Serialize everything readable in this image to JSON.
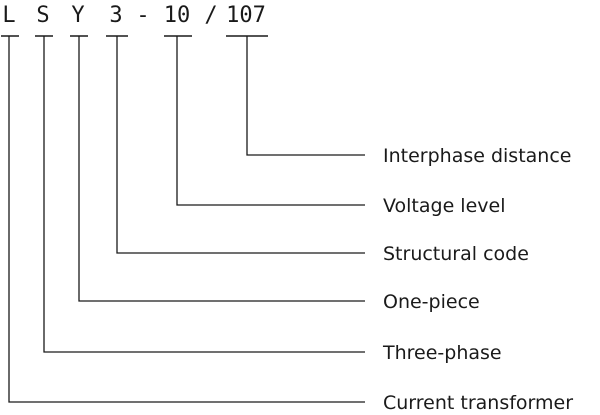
{
  "code": {
    "separator_1": "-",
    "separator_2": "/"
  },
  "segments": [
    {
      "code": "L",
      "label": "Current transformer"
    },
    {
      "code": "S",
      "label": "Three-phase"
    },
    {
      "code": "Y",
      "label": "One-piece"
    },
    {
      "code": "3",
      "label": "Structural code"
    },
    {
      "code": "10",
      "label": "Voltage level"
    },
    {
      "code": "107",
      "label": "Interphase distance"
    }
  ]
}
